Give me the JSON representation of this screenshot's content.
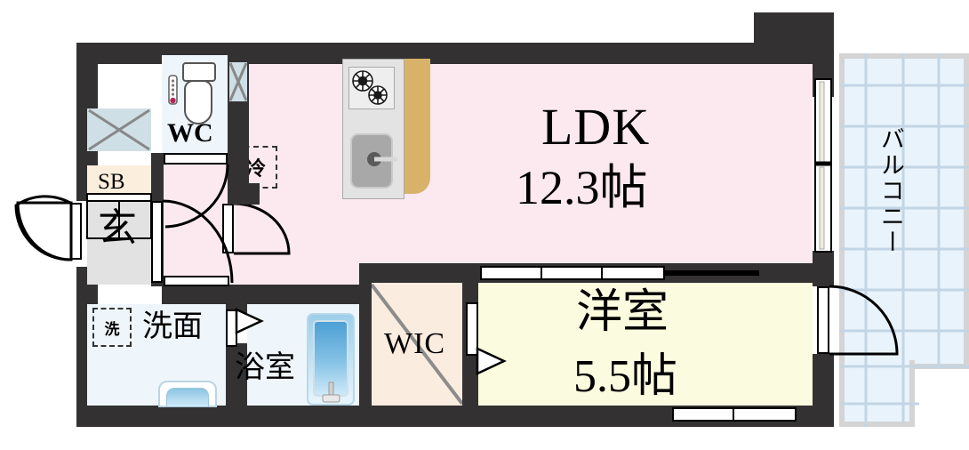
{
  "plan": {
    "type": "japanese-apartment-floorplan",
    "layout_name": "1LDK",
    "background": "#ffffff",
    "colors": {
      "wall": "#333132",
      "ldk_fill": "#fce9f0",
      "bedroom_fill": "#fbfbdf",
      "wet_area_fill": "#eef6fc",
      "wic_fill": "#fbece0",
      "genkan_fill": "#e2e2e2",
      "shoebox_fill": "#fbeedd",
      "meterbox_fill": "#cfdfe6",
      "balcony_fill": "#e8f3fc",
      "balcony_border": "#d4d4d4",
      "kitchen_counter": "#e3e3e3",
      "kitchen_arc": "#d9b26a",
      "tub_blue": "#4c9fd4"
    }
  },
  "rooms": {
    "ldk": {
      "name": "LDK",
      "size": "12.3帖",
      "label_line1": "LDK",
      "label_line2": "12.3帖"
    },
    "bedroom": {
      "name": "洋室",
      "size": "5.5帖",
      "label_line1": "洋室",
      "label_line2": "5.5帖"
    },
    "wic": {
      "label": "WIC"
    },
    "wc": {
      "label": "WC"
    },
    "washroom": {
      "label": "洗面"
    },
    "bathroom": {
      "label": "浴室"
    },
    "genkan": {
      "label": "玄"
    },
    "shoebox": {
      "label": "SB"
    },
    "balcony": {
      "label": "バルコニー"
    }
  },
  "appliances": {
    "refrigerator": {
      "label": "冷",
      "title": "refrigerator-space"
    },
    "washer": {
      "label": "洗",
      "title": "washing-machine-space"
    }
  },
  "fixtures": {
    "kitchen": {
      "name": "system-kitchen",
      "has_stove": true,
      "burners": 2,
      "has_sink": true
    },
    "toilet": {
      "name": "western-toilet"
    },
    "bathtub": {
      "name": "bathtub"
    },
    "vanity": {
      "name": "wash-basin"
    },
    "meter_box": {
      "name": "meter-box"
    }
  },
  "openings": {
    "entrance_door": {
      "name": "entrance-door",
      "type": "hinged"
    },
    "genkan_inner_door": {
      "name": "hall-door",
      "type": "hinged"
    },
    "wc_door": {
      "name": "wc-door",
      "type": "hinged"
    },
    "ldk_door": {
      "name": "ldk-door",
      "type": "hinged"
    },
    "bath_door": {
      "name": "bath-door",
      "type": "folding"
    },
    "bedroom_door": {
      "name": "bedroom-door",
      "type": "folding"
    },
    "balcony_sliding_door": {
      "name": "balcony-sliding-door",
      "type": "sliding"
    },
    "bedroom_balcony_door": {
      "name": "bedroom-balcony-door",
      "type": "hinged"
    },
    "closet_sliding": {
      "name": "closet-sliding-doors",
      "type": "sliding"
    },
    "bedroom_window": {
      "name": "bedroom-window",
      "type": "sliding"
    }
  }
}
